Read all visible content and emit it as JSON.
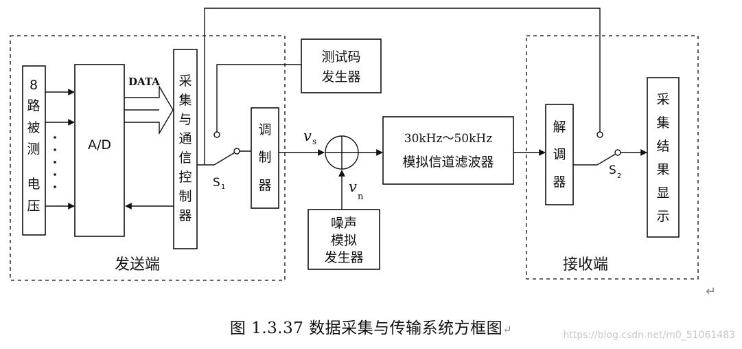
{
  "diagram": {
    "sender_label": "发送端",
    "receiver_label": "接收端",
    "input_label": "8路被测电压",
    "input_chars": [
      "8",
      "路",
      "被",
      "测",
      "电",
      "压"
    ],
    "ad_label": "A/D",
    "data_label": "DATA",
    "controller_chars": [
      "采",
      "集",
      "与",
      "通",
      "信",
      "控",
      "制",
      "器"
    ],
    "test_gen_lines": [
      "测试码",
      "发生器"
    ],
    "switch1_main": "S",
    "switch1_sub": "1",
    "modulator_chars": [
      "调",
      "制",
      "器"
    ],
    "vs_main": "v",
    "vs_sub": "s",
    "vn_main": "v",
    "vn_sub": "n",
    "noise_lines": [
      "噪声",
      "模拟",
      "发生器"
    ],
    "filter_lines": [
      "30kHz～50kHz",
      "模拟信道滤波器"
    ],
    "demod_chars": [
      "解",
      "调",
      "器"
    ],
    "switch2_main": "S",
    "switch2_sub": "2",
    "display_chars": [
      "采",
      "集",
      "结",
      "果",
      "显",
      "示"
    ]
  },
  "caption": "图 1.3.37 数据采集与传输系统方框图",
  "caption_mark": "↵",
  "return_mark": "↵",
  "watermark": "https://blog.csdn.net/m0_51061483"
}
